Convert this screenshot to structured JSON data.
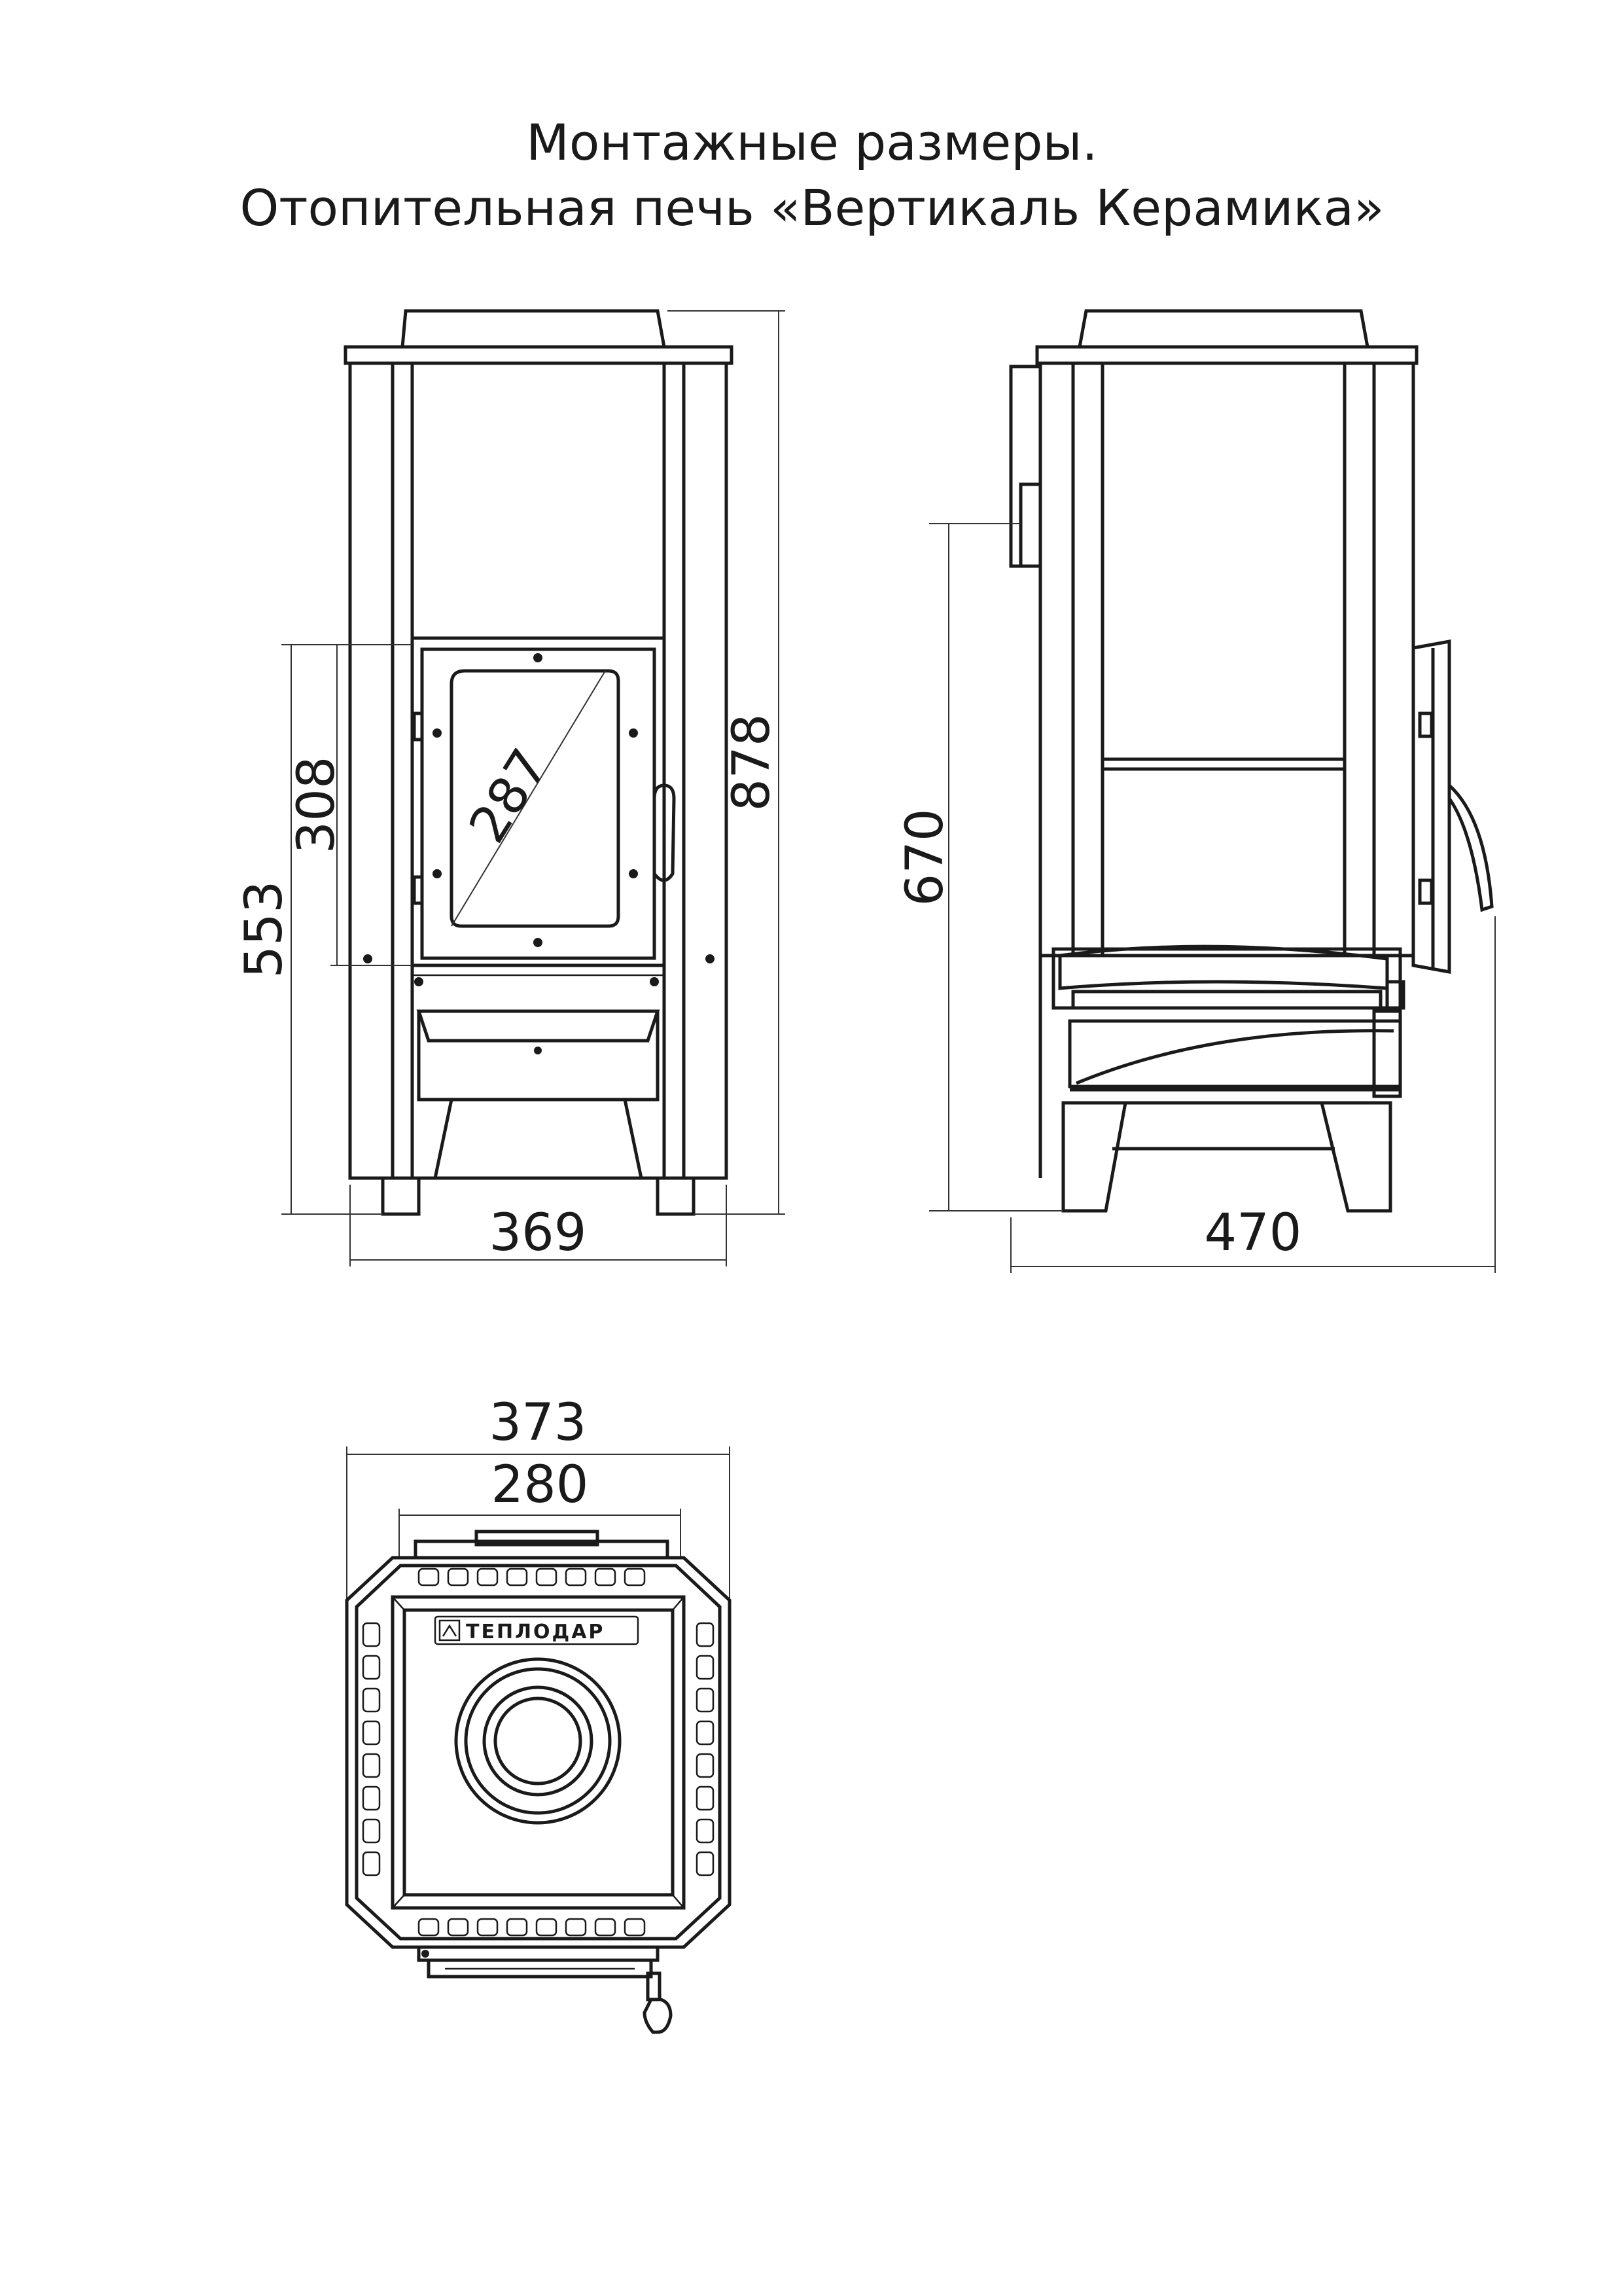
{
  "title": {
    "line1": "Монтажные размеры.",
    "line2": "Отопительная печь «Вертикаль Керамика»"
  },
  "front_view": {
    "width_dim": "369",
    "height_dim": "878",
    "door_bottom_dim": "553",
    "door_height_dim": "308",
    "glass_diag_dim": "287"
  },
  "side_view": {
    "depth_dim": "470",
    "flue_height_dim": "670"
  },
  "top_view": {
    "outer_width_dim": "373",
    "inner_width_dim": "280",
    "brand_logo": "ТЕПЛОДАР"
  }
}
